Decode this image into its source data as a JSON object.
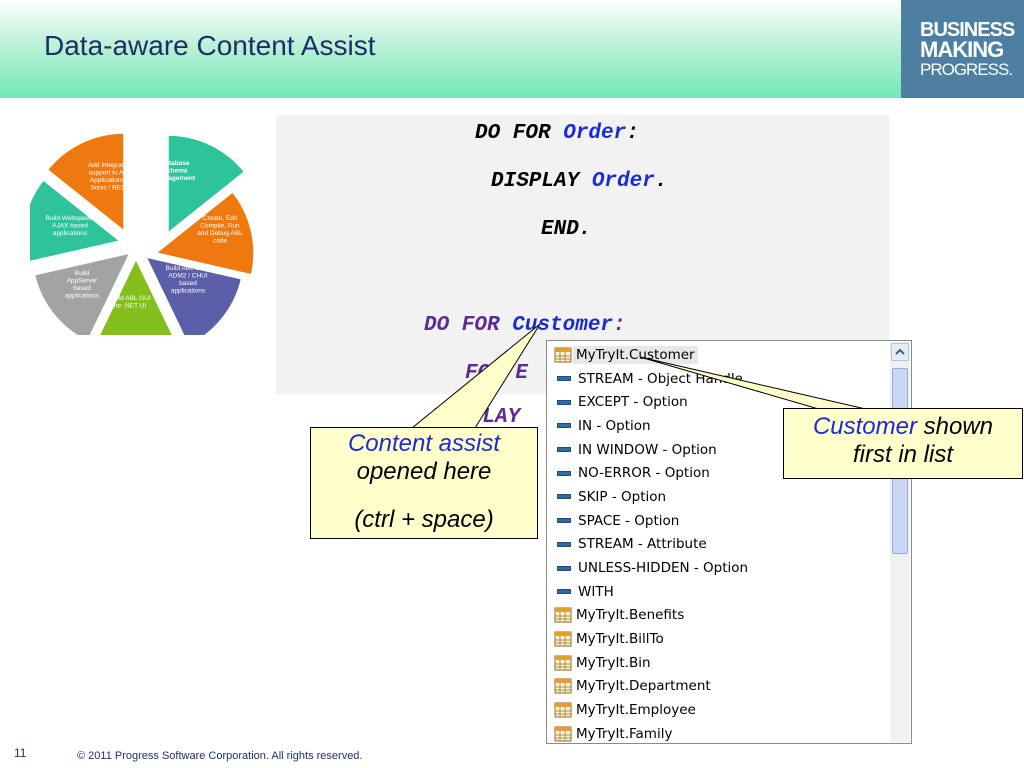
{
  "header": {
    "title": "Data-aware Content Assist"
  },
  "logo": {
    "line1": "BUSINESS",
    "line2": "MAKING",
    "line3": "PROGRESS."
  },
  "pie": {
    "segments": [
      {
        "label": [
          "Database",
          "Schema",
          "management"
        ],
        "color": "#2ec39b"
      },
      {
        "label": [
          "Create, Edit",
          "Compile, Run",
          "and Debug ABL",
          "code"
        ],
        "color": "#f0790f"
      },
      {
        "label": [
          "Build ABL GUI /",
          "ADM2 / CHUI",
          "based",
          "applications"
        ],
        "color": "#5b5ea8"
      },
      {
        "label": [
          "Build ABL GUI",
          "for .NET UI"
        ],
        "color": "#84bf1e"
      },
      {
        "label": [
          "Build",
          "AppServer",
          "based",
          "applications"
        ],
        "color": "#a3a3a3"
      },
      {
        "label": [
          "Build Webspeed/",
          "AJAX based",
          "applications"
        ],
        "color": "#2ec39b"
      },
      {
        "label": [
          "Add Integration",
          "support to ABL",
          "Applications –",
          "Sonic / REST"
        ],
        "color": "#f0790f"
      }
    ]
  },
  "code": {
    "line1": {
      "kw": "DO FOR ",
      "name": "Order",
      "colon": ":"
    },
    "line2": {
      "kw": "DISPLAY ",
      "name": "Order",
      "dot": "."
    },
    "line3": "END.",
    "line4": {
      "kw": "DO FOR ",
      "name": "Customer",
      "colon": ":"
    },
    "line5": "FO  E",
    "line6": "DI  LAY"
  },
  "popup": {
    "items": [
      {
        "icon": "table-icon",
        "label": "MyTryIt.Customer",
        "selected": true
      },
      {
        "icon": "keyword-icon",
        "label": "STREAM - Object Handle"
      },
      {
        "icon": "keyword-icon",
        "label": "EXCEPT - Option"
      },
      {
        "icon": "keyword-icon",
        "label": "IN - Option"
      },
      {
        "icon": "keyword-icon",
        "label": "IN WINDOW - Option"
      },
      {
        "icon": "keyword-icon",
        "label": "NO-ERROR - Option"
      },
      {
        "icon": "keyword-icon",
        "label": "SKIP - Option"
      },
      {
        "icon": "keyword-icon",
        "label": "SPACE - Option"
      },
      {
        "icon": "keyword-icon",
        "label": "STREAM - Attribute"
      },
      {
        "icon": "keyword-icon",
        "label": "UNLESS-HIDDEN - Option"
      },
      {
        "icon": "keyword-icon",
        "label": "WITH"
      },
      {
        "icon": "table-icon",
        "label": "MyTryIt.Benefits"
      },
      {
        "icon": "table-icon",
        "label": "MyTryIt.BillTo"
      },
      {
        "icon": "table-icon",
        "label": "MyTryIt.Bin"
      },
      {
        "icon": "table-icon",
        "label": "MyTryIt.Department"
      },
      {
        "icon": "table-icon",
        "label": "MyTryIt.Employee"
      },
      {
        "icon": "table-icon",
        "label": "MyTryIt.Family"
      }
    ]
  },
  "callouts": {
    "left": {
      "line1": "Content assist",
      "line2": "opened here",
      "line3": "(ctrl + space)"
    },
    "right": {
      "blue": "Customer",
      "rest": " shown",
      "line2": "first in list"
    }
  },
  "footer": {
    "page": "11",
    "copyright": "© 2011 Progress Software Corporation. All rights reserved."
  }
}
